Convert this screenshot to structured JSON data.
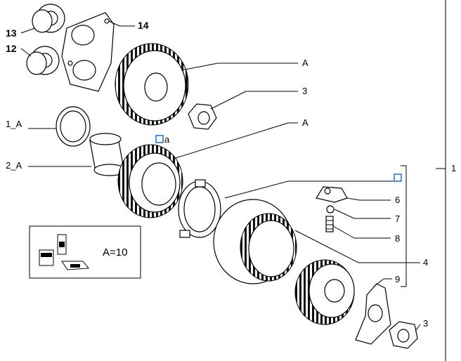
{
  "callouts": {
    "c13": "13",
    "c12": "12",
    "c14": "14",
    "c1A": "1_A",
    "c2A": "2_A",
    "cA_top": "A",
    "c3_top": "3",
    "cA_mid": "A",
    "c_a": "a",
    "c6": "6",
    "c7": "7",
    "c8": "8",
    "c4": "4",
    "c9": "9",
    "c3_bottom": "3",
    "c1": "1"
  },
  "inset": {
    "label": "A=10"
  },
  "colors": {
    "stroke": "#000000",
    "accent": "#1f6fd1"
  }
}
